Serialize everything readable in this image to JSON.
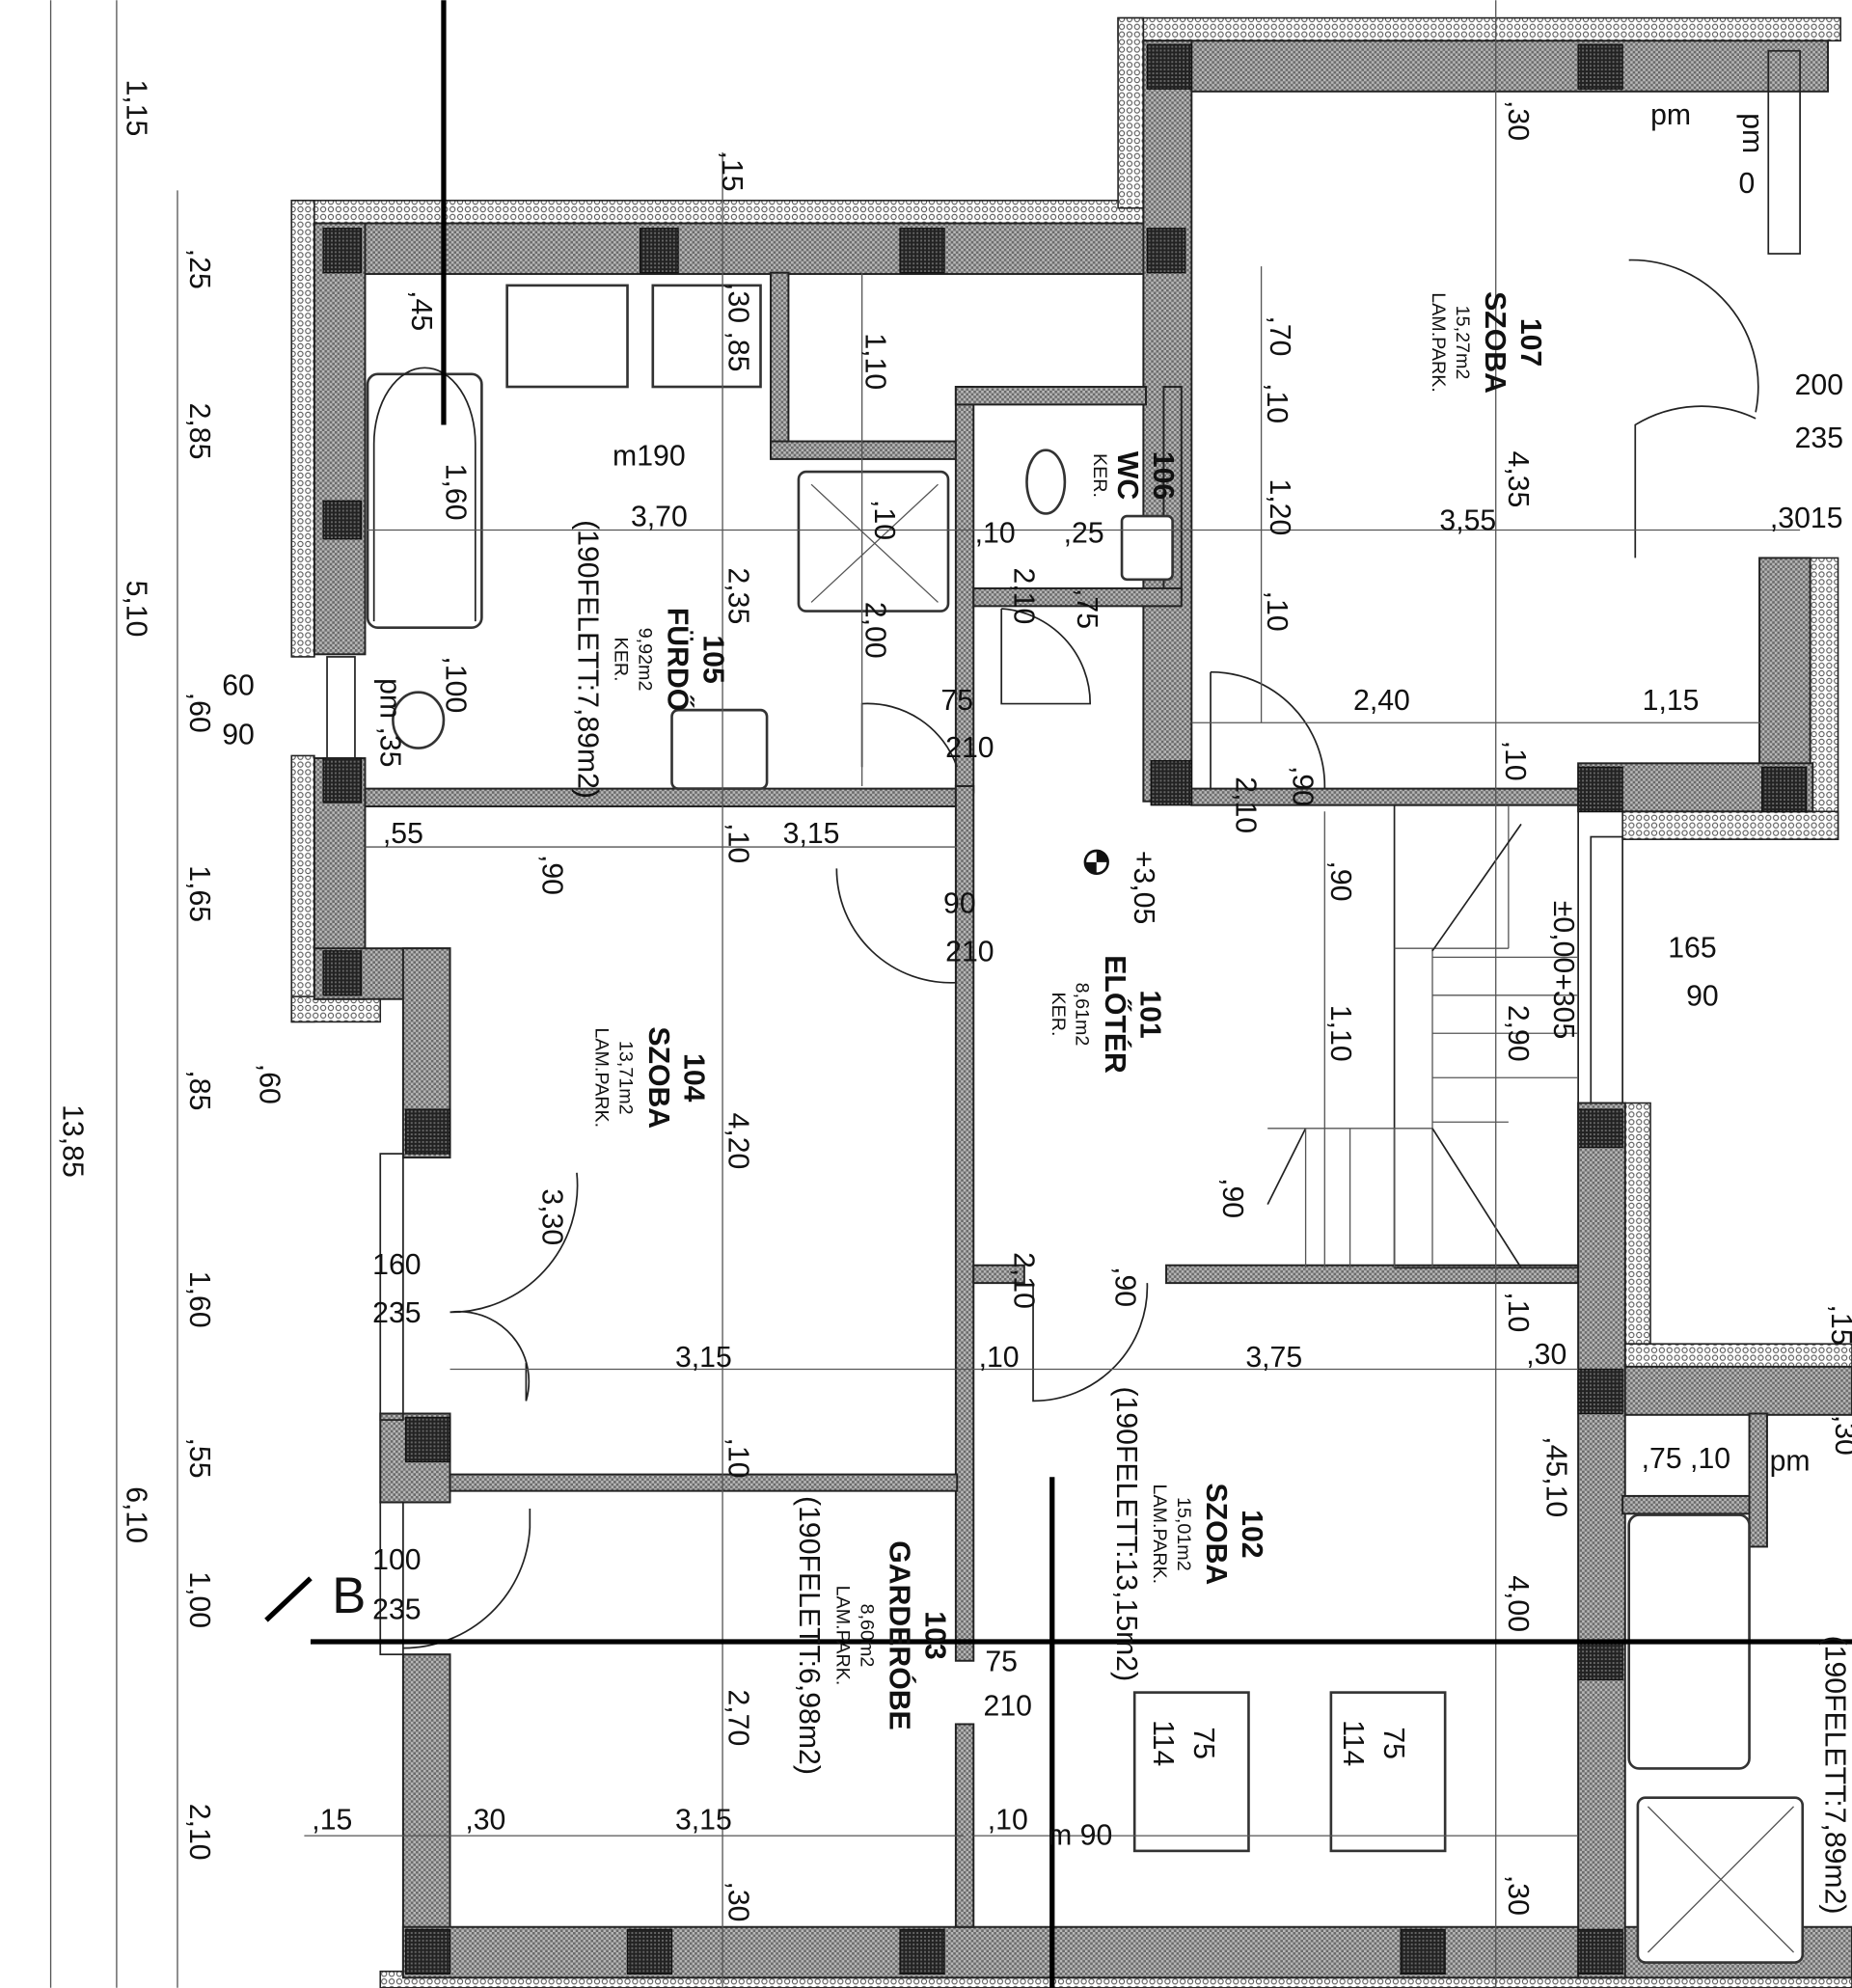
{
  "rooms": [
    {
      "number": "101",
      "name": "ELŐTÉR",
      "area": "8,61m2",
      "floor": "KER.",
      "extra": ""
    },
    {
      "number": "102",
      "name": "SZOBA",
      "area": "15,01m2",
      "floor": "LAM.PARK.",
      "extra": "(190FELETT:13,15m2)"
    },
    {
      "number": "103",
      "name": "GARDERÓBE",
      "area": "8,60m2",
      "floor": "LAM.PARK.",
      "extra": "(190FELETT:6,98m2)"
    },
    {
      "number": "104",
      "name": "SZOBA",
      "area": "13,71m2",
      "floor": "LAM.PARK.",
      "extra": ""
    },
    {
      "number": "105",
      "name": "FÜRDŐ",
      "area": "9,92m2",
      "floor": "KER.",
      "extra": "(190FELETT:7,89m2)"
    },
    {
      "number": "106",
      "name": "WC",
      "area": "",
      "floor": "KER.",
      "extra": ""
    },
    {
      "number": "107",
      "name": "SZOBA",
      "area": "15,27m2",
      "floor": "LAM.PARK.",
      "extra": ""
    }
  ],
  "levels": {
    "entry": "+3,05",
    "stair": "±0,00+305"
  },
  "section_mark": "B",
  "right_edge_note": "(190FELETT:7,89m2)",
  "dims": [
    "1,15",
    "2,85",
    "5,10",
    ",25",
    ",60",
    "1,65",
    ",85",
    "13,85",
    "1,60",
    ",55",
    "6,10",
    "1,00",
    "2,10",
    ",60",
    "60",
    "90",
    "160",
    "235",
    "100",
    "235",
    ",55",
    "3,15",
    "3,70",
    "m190",
    ",10",
    ",25",
    "3,55",
    ",3015",
    "2,40",
    "1,15",
    "75",
    "210",
    "90",
    "210",
    "165",
    "90",
    "200",
    "235",
    "3,15",
    ",10",
    "3,75",
    ",30",
    "3,15",
    ",15",
    ",30",
    ",10",
    "m 90",
    ",75 ,10",
    "75",
    "210",
    "pm",
    "pm",
    ",15",
    ",30 ,85",
    "1,10",
    "1,60",
    ",45",
    "2,35",
    ",10",
    "2,00",
    ",100",
    "pm ,35",
    "2,10",
    ",75",
    ",10",
    ",90",
    "4,20",
    "3,30",
    ",10",
    "2,70",
    ",30",
    "1,10",
    ",90",
    ",90",
    "2,90",
    "2,10",
    ",90",
    "2,10",
    ",90",
    "4,35",
    ",70",
    ",10",
    "1,20",
    ",10",
    ",30",
    ",10",
    ",10",
    ",45,10",
    "4,00",
    ",30",
    ",15",
    ",30",
    "75",
    "114",
    "75",
    "114",
    "pm",
    "0"
  ]
}
